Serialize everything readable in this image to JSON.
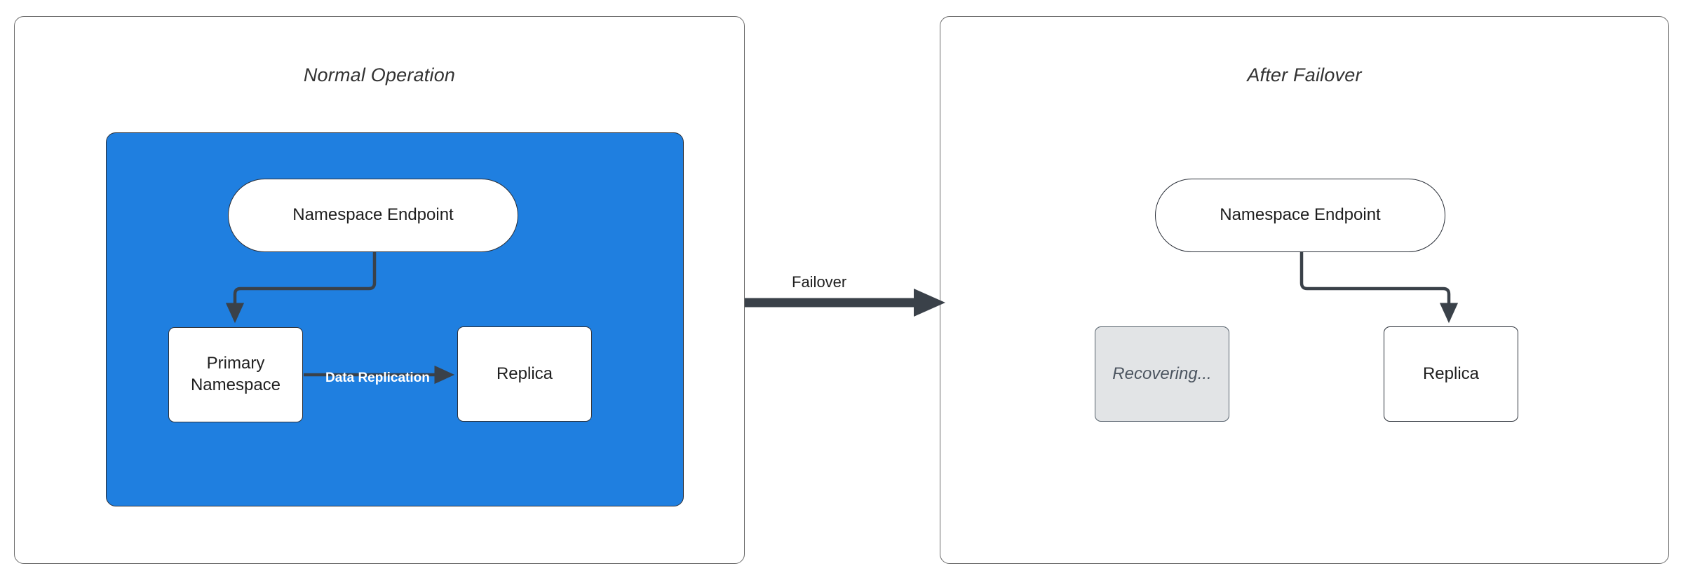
{
  "diagram": {
    "title_accent_color": "#1f7fe0",
    "edge_color": "#3a4149",
    "panels": [
      {
        "id": "normal-operation",
        "title": "Normal Operation",
        "nodes": [
          {
            "id": "endpoint",
            "label": "Namespace Endpoint",
            "shape": "stadium",
            "state": "active"
          },
          {
            "id": "primary",
            "label": "Primary\nNamespace",
            "line1": "Primary",
            "line2": "Namespace",
            "shape": "rect",
            "state": "active"
          },
          {
            "id": "replica",
            "label": "Replica",
            "shape": "rect",
            "state": "active"
          }
        ],
        "edges": [
          {
            "from": "endpoint",
            "to": "primary",
            "label": ""
          },
          {
            "from": "primary",
            "to": "replica",
            "label": "Data Replication"
          }
        ]
      },
      {
        "id": "after-failover",
        "title": "After Failover",
        "nodes": [
          {
            "id": "endpoint",
            "label": "Namespace Endpoint",
            "shape": "stadium",
            "state": "active"
          },
          {
            "id": "recovering",
            "label": "Recovering...",
            "shape": "rect",
            "state": "disabled"
          },
          {
            "id": "replica",
            "label": "Replica",
            "shape": "rect",
            "state": "active"
          }
        ],
        "edges": [
          {
            "from": "endpoint",
            "to": "replica",
            "label": ""
          }
        ]
      }
    ],
    "transition": {
      "label": "Failover",
      "icon": "arrow-right-icon",
      "direction": "left-to-right"
    }
  }
}
